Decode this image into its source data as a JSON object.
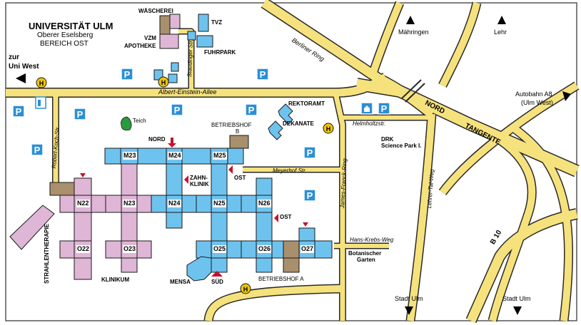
{
  "colors": {
    "road": "#f6e27d",
    "road_edge": "#2a2a2a",
    "building_blue": "#6ec3ee",
    "building_pink": "#dfb6d6",
    "building_brown": "#a98f6c",
    "water_green": "#2a9a3e",
    "arrow_red": "#c8102e",
    "parking_blue": "#2b8fd6",
    "bus_yellow": "#f2c500",
    "frame": "#555555"
  },
  "title": {
    "line1": "UNIVERSITÄT ULM",
    "line2": "Oberer Eselsberg",
    "line3": "BEREICH OST"
  },
  "streets": {
    "berliner_ring": "Berliner Ring",
    "nord_tangente_1": "NORD",
    "nord_tangente_2": "TANGENTE",
    "b10": "B 10",
    "albert_einstein": "Albert-Einstein-Allee",
    "robert_koch": "Robert-Koch-Str.",
    "staudinger": "Staudinger Str.",
    "helmholtz": "Helmholtzstr.",
    "meyerhof": "Meyerhof Str.",
    "james_franck": "James-Franck-Ring",
    "lehrer_tal": "Lehrer-Tal-Weg",
    "hans_krebs": "Hans-Krebs-Weg"
  },
  "directions": {
    "uni_west_1": "zur",
    "uni_west_2": "Uni West",
    "maehringen": "Mähringen",
    "lehr": "Lehr",
    "a8_1": "Autobahn A8",
    "a8_2": "(Ulm West)",
    "stadt_ulm_1": "Stadt Ulm",
    "stadt_ulm_2": "Stadt Ulm"
  },
  "places": {
    "waescherei": "WÄSCHEREI",
    "vzm": "VZM",
    "apotheke": "APOTHEKE",
    "tvz": "TVZ",
    "fuhrpark": "FUHRPARK",
    "rektoramt": "REKTORAMT",
    "dekanate": "DEKANATE",
    "drk_1": "DRK",
    "drk_2": "Science Park I.",
    "teich": "Teich",
    "betriebshof_b_1": "BETRIEBSHOF",
    "betriebshof_b_2": "B",
    "betriebshof_a": "BETRIEBSHOF A",
    "zahnklinik_1": "ZAHN-",
    "zahnklinik_2": "KLINIK",
    "strahlentherapie": "STRAHLENTHERAPIE",
    "klinikum": "KLINIKUM",
    "mensa": "MENSA",
    "botanischer_1": "Botanischer",
    "botanischer_2": "Garten"
  },
  "entrances": {
    "nord": "NORD",
    "ost1": "OST",
    "ost2": "OST",
    "sued": "SÜD"
  },
  "buildings": {
    "m23": "M23",
    "m24": "M24",
    "m25": "M25",
    "n22": "N22",
    "n23": "N23",
    "n24": "N24",
    "n25": "N25",
    "n26": "N26",
    "o22": "O22",
    "o23": "O23",
    "o25": "O25",
    "o26": "O26",
    "o27": "O27"
  },
  "symbols": {
    "parking": "P",
    "bus": "H"
  }
}
